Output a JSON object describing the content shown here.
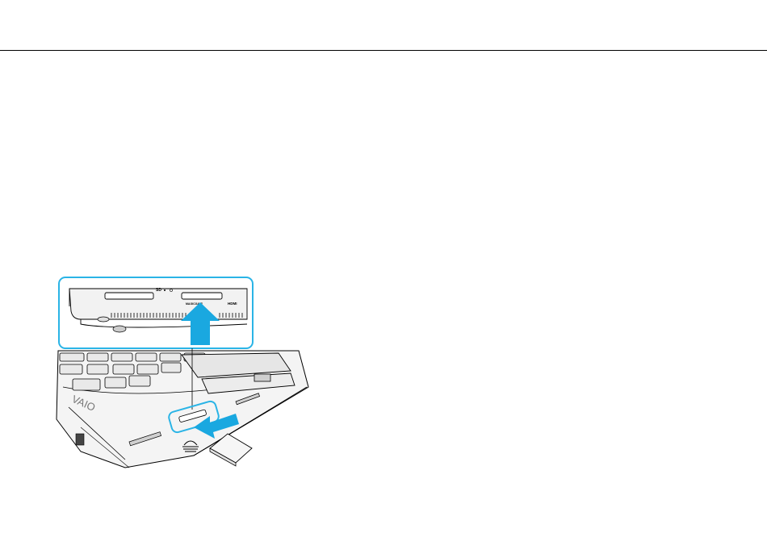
{
  "figure": {
    "zoom_labels": {
      "sd": "SD",
      "memory_stick": "MAGICGATE",
      "hdmi": "HDMI"
    },
    "brand": "VAIO",
    "colors": {
      "callout": "#2ab4e6",
      "arrow": "#1aa8e0",
      "line": "#000000"
    }
  }
}
